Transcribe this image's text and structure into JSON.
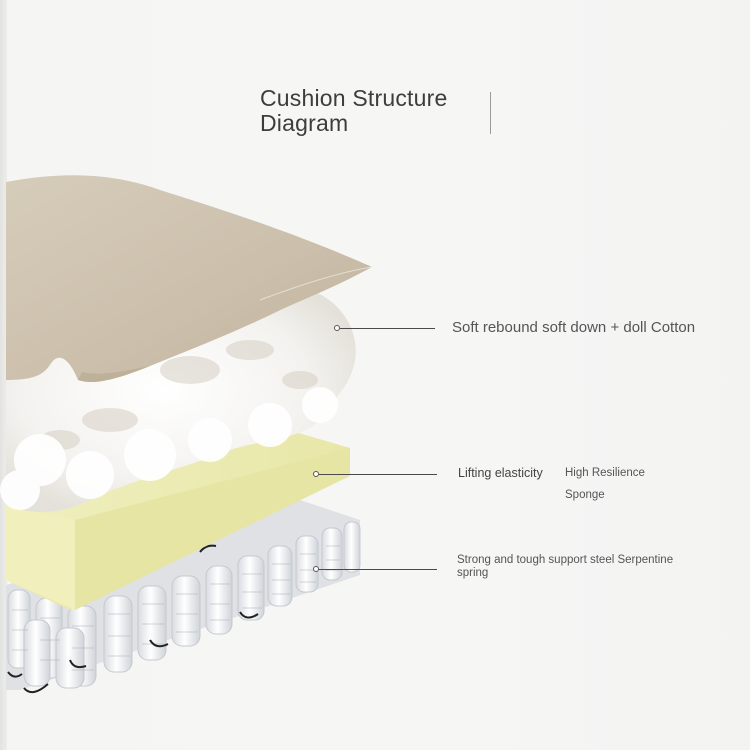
{
  "title": {
    "line1": "Cushion Structure",
    "line2": "Diagram"
  },
  "layers": {
    "down": {
      "label": "Soft rebound soft down + doll Cotton"
    },
    "sponge": {
      "label": "Lifting elasticity",
      "detail_line1": "High Resilience",
      "detail_line2": "Sponge"
    },
    "spring": {
      "label": "Strong and tough support steel Serpentine spring"
    }
  },
  "colors": {
    "fabric": "#cfc4b1",
    "sponge": "#ecebb2",
    "down": "#ffffff",
    "spring": "#e9ebee"
  }
}
